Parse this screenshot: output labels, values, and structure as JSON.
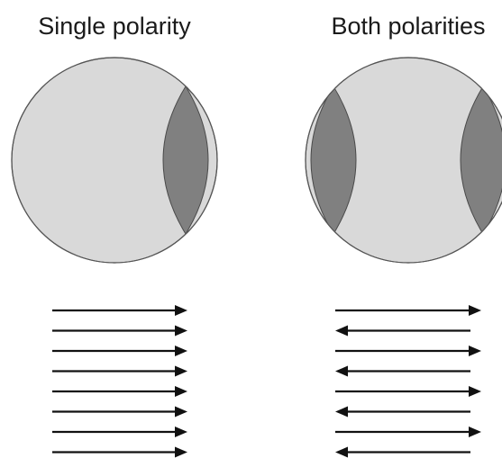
{
  "panels": [
    {
      "title": "Single polarity",
      "arrow_directions": [
        "right",
        "right",
        "right",
        "right",
        "right",
        "right",
        "right",
        "right"
      ]
    },
    {
      "title": "Both polarities",
      "arrow_directions": [
        "right",
        "left",
        "right",
        "left",
        "right",
        "left",
        "right",
        "left"
      ]
    }
  ],
  "colors": {
    "circle_fill": "#d9d9d9",
    "lens_fill": "#808080",
    "arrow": "#111111"
  }
}
